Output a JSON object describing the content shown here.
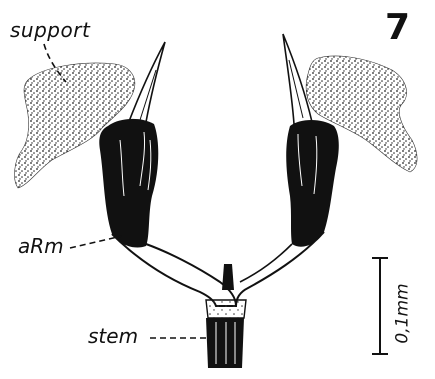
{
  "figure": {
    "number": "7",
    "labels": {
      "support": "support",
      "arm": "aRm",
      "stem": "stem"
    },
    "scale_bar": {
      "label": "0,1mm"
    }
  }
}
